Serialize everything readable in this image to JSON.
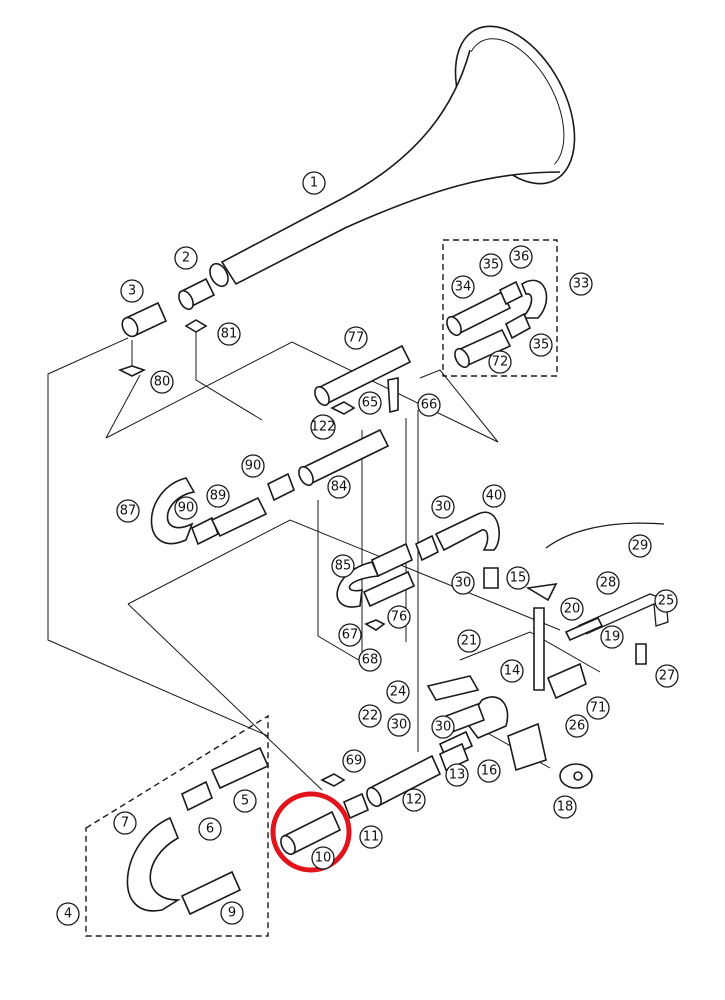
{
  "diagram": {
    "highlight_color": "#e0141a",
    "highlighted_part": "10",
    "callouts": [
      "1",
      "2",
      "3",
      "4",
      "5",
      "6",
      "7",
      "9",
      "10",
      "11",
      "12",
      "13",
      "14",
      "15",
      "16",
      "18",
      "19",
      "20",
      "21",
      "22",
      "24",
      "25",
      "26",
      "27",
      "28",
      "29",
      "30",
      "30",
      "30",
      "30",
      "33",
      "34",
      "35",
      "35",
      "36",
      "40",
      "65",
      "66",
      "67",
      "68",
      "69",
      "71",
      "72",
      "76",
      "77",
      "80",
      "81",
      "84",
      "85",
      "87",
      "89",
      "90",
      "90",
      "122"
    ]
  }
}
